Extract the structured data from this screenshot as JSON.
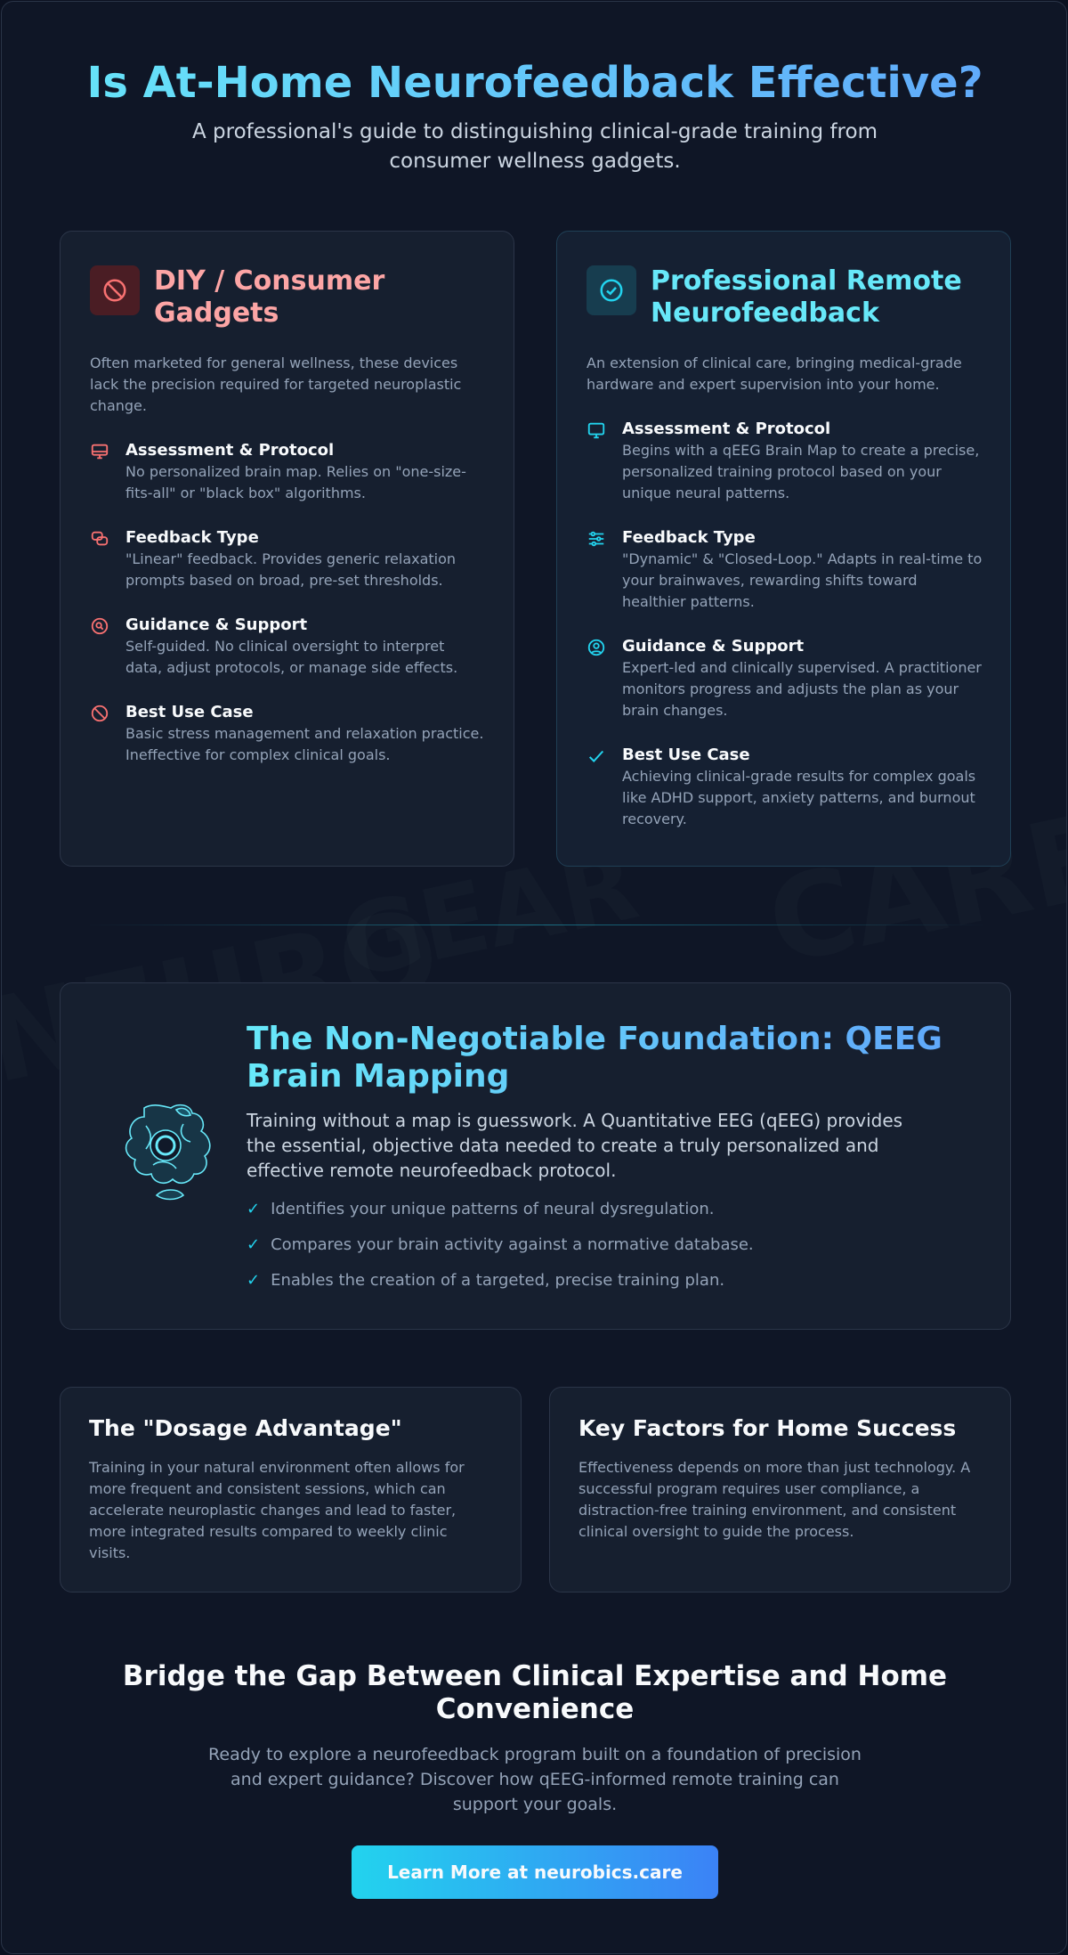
{
  "hero": {
    "title": "Is At-Home Neurofeedback Effective?",
    "subtitle": "A professional's guide to distinguishing clinical-grade training from consumer wellness gadgets."
  },
  "background_words": [
    "CARE",
    "NEURO",
    "GEAR"
  ],
  "diy": {
    "title": "DIY / Consumer Gadgets",
    "icon": "ban-icon",
    "description": "Often marketed for general wellness, these devices lack the precision required for targeted neuroplastic change.",
    "features": [
      {
        "icon": "monitor-icon",
        "title": "Assessment & Protocol",
        "text": "No personalized brain map. Relies on \"one-size-fits-all\" or \"black box\" algorithms."
      },
      {
        "icon": "chat-bubbles-icon",
        "title": "Feedback Type",
        "text": "\"Linear\" feedback. Provides generic relaxation prompts based on broad, pre-set thresholds."
      },
      {
        "icon": "search-circle-icon",
        "title": "Guidance & Support",
        "text": "Self-guided. No clinical oversight to interpret data, adjust protocols, or manage side effects."
      },
      {
        "icon": "ban-icon",
        "title": "Best Use Case",
        "text": "Basic stress management and relaxation practice. Ineffective for complex clinical goals."
      }
    ]
  },
  "pro": {
    "title": "Professional Remote Neurofeedback",
    "icon": "check-circle-icon",
    "description": "An extension of clinical care, bringing medical-grade hardware and expert supervision into your home.",
    "features": [
      {
        "icon": "monitor-icon",
        "title": "Assessment & Protocol",
        "text": "Begins with a qEEG Brain Map to create a precise, personalized training protocol based on your unique neural patterns."
      },
      {
        "icon": "sliders-icon",
        "title": "Feedback Type",
        "text": "\"Dynamic\" & \"Closed-Loop.\" Adapts in real-time to your brainwaves, rewarding shifts toward healthier patterns."
      },
      {
        "icon": "user-circle-icon",
        "title": "Guidance & Support",
        "text": "Expert-led and clinically supervised. A practitioner monitors progress and adjusts the plan as your brain changes."
      },
      {
        "icon": "check-icon",
        "title": "Best Use Case",
        "text": "Achieving clinical-grade results for complex goals like ADHD support, anxiety patterns, and burnout recovery."
      }
    ]
  },
  "qeeg": {
    "title": "The Non-Negotiable Foundation: QEEG Brain Mapping",
    "intro": "Training without a map is guesswork. A Quantitative EEG (qEEG) provides the essential, objective data needed to create a truly personalized and effective remote neurofeedback protocol.",
    "check_mark": "✓",
    "checks": [
      "Identifies your unique patterns of neural dysregulation.",
      "Compares your brain activity against a normative database.",
      "Enables the creation of a targeted, precise training plan."
    ]
  },
  "dosage": {
    "title": "The \"Dosage Advantage\"",
    "text": "Training in your natural environment often allows for more frequent and consistent sessions, which can accelerate neuroplastic changes and lead to faster, more integrated results compared to weekly clinic visits."
  },
  "factors": {
    "title": "Key Factors for Home Success",
    "text": "Effectiveness depends on more than just technology. A successful program requires user compliance, a distraction-free training environment, and consistent clinical oversight to guide the process."
  },
  "cta": {
    "title": "Bridge the Gap Between Clinical Expertise and Home Convenience",
    "text": "Ready to explore a neurofeedback program built on a foundation of precision and expert guidance? Discover how qEEG-informed remote training can support your goals.",
    "button_label": "Learn More at neurobics.care"
  },
  "colors": {
    "accent_cyan": "#22d3ee",
    "accent_blue": "#3b82f6",
    "warning_red": "#f87171",
    "background": "#0f1626"
  }
}
